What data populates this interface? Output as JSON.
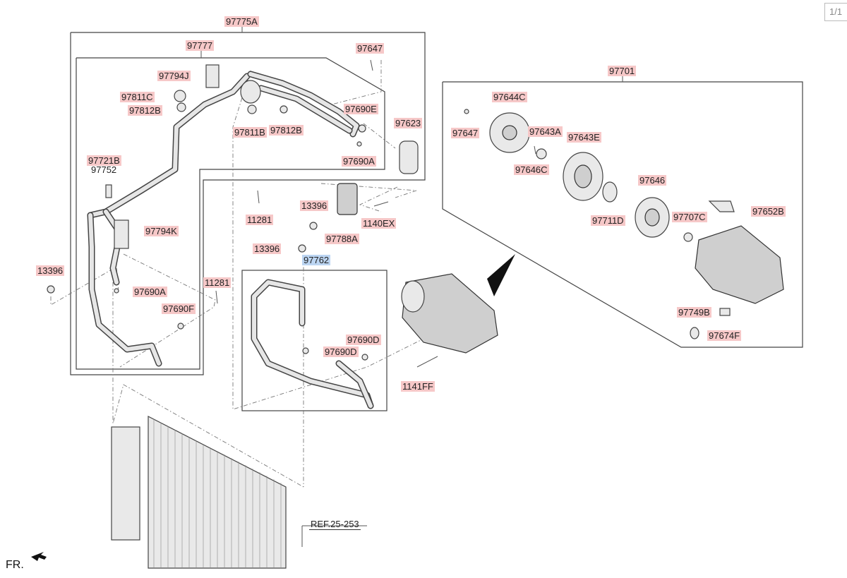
{
  "page_indicator": "1/1",
  "front_marker": "FR.",
  "labels": {
    "l97775A": "97775A",
    "l97777": "97777",
    "l97794J": "97794J",
    "l97811C": "97811C",
    "l97812B_a": "97812B",
    "l97811B": "97811B",
    "l97812B_b": "97812B",
    "l97647_a": "97647",
    "l97690E": "97690E",
    "l97623": "97623",
    "l97690A_a": "97690A",
    "l97721B": "97721B",
    "l97752": "97752",
    "l97794K": "97794K",
    "l11281_a": "11281",
    "l13396_a": "13396",
    "l97788A": "97788A",
    "l1140EX": "1140EX",
    "l13396_b": "13396",
    "l97762": "97762",
    "l13396_c": "13396",
    "l97690A_b": "97690A",
    "l11281_b": "11281",
    "l97690F": "97690F",
    "l97690D_a": "97690D",
    "l97690D_b": "97690D",
    "l1141FF": "1141FF",
    "l97701": "97701",
    "l97644C": "97644C",
    "l97647_b": "97647",
    "l97643A": "97643A",
    "l97643E": "97643E",
    "l97646C": "97646C",
    "l97646": "97646",
    "l97711D": "97711D",
    "l97707C": "97707C",
    "l97652B": "97652B",
    "l97749B": "97749B",
    "l97674F": "97674F",
    "ref": "REF.25-253"
  }
}
